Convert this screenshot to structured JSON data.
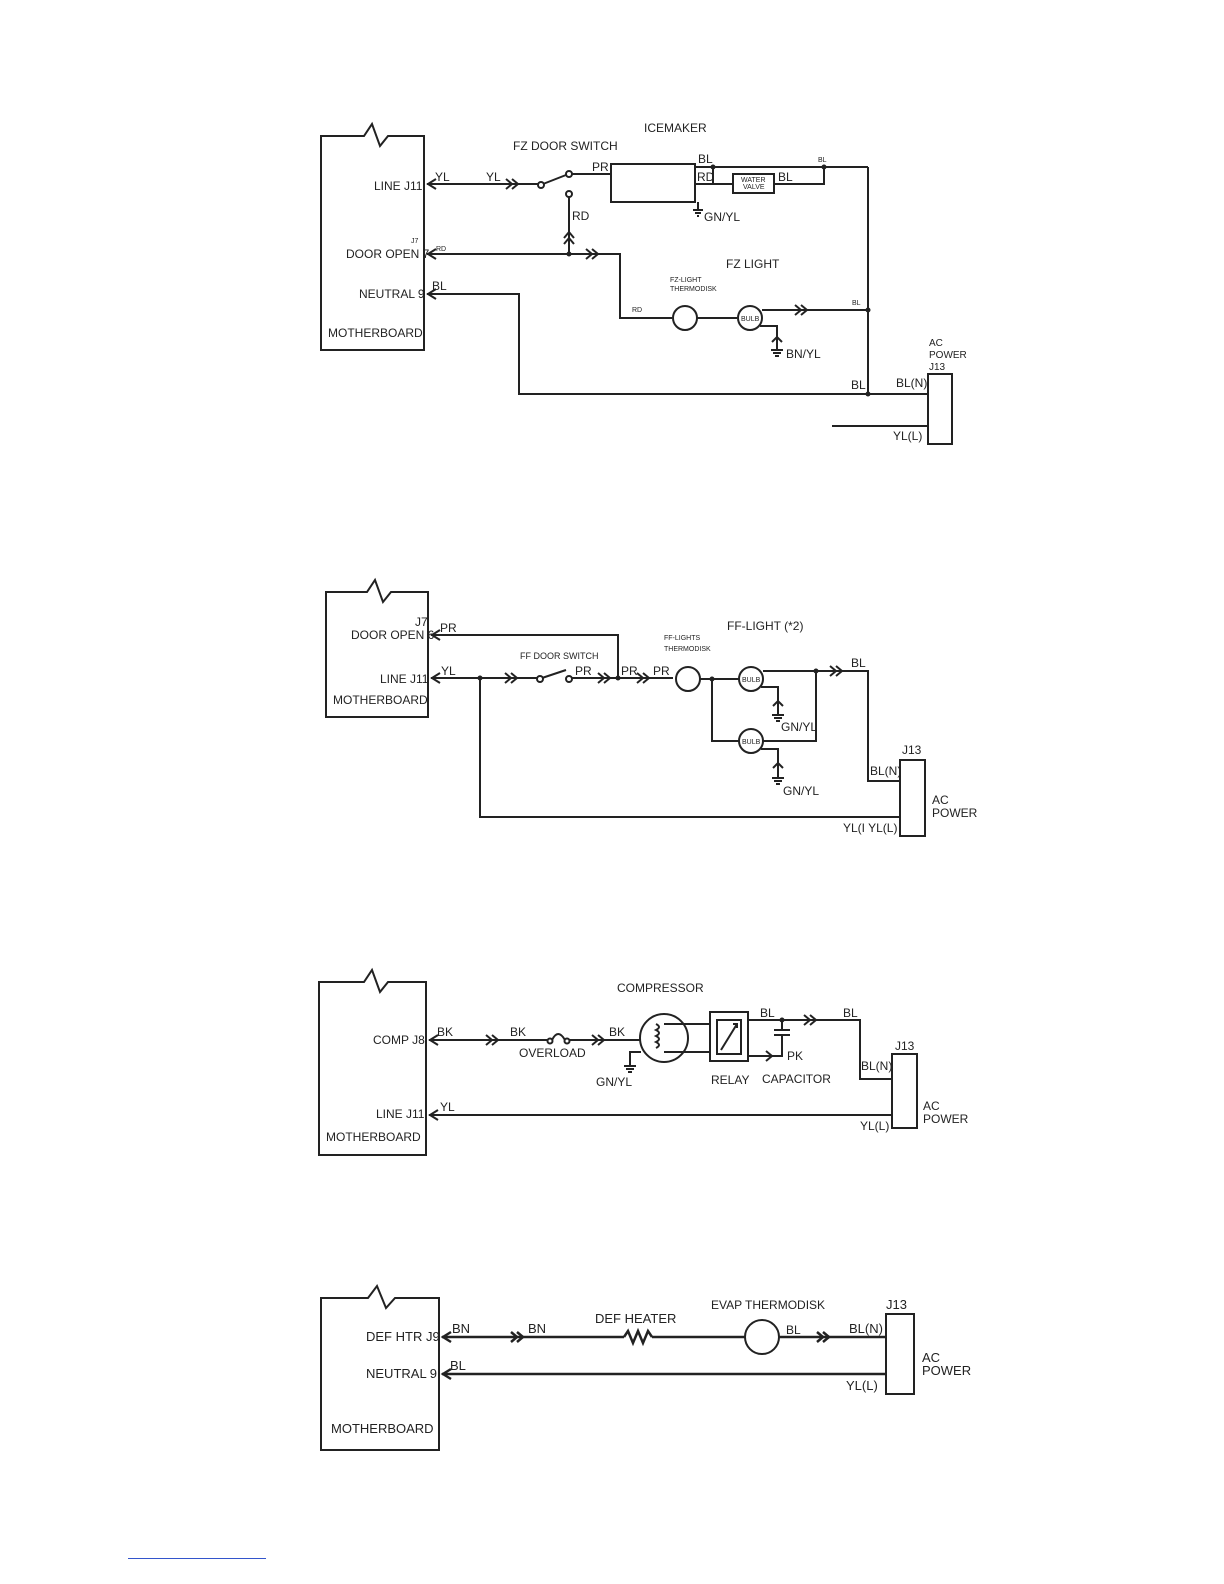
{
  "d1": {
    "motherboard": "MOTHERBOARD",
    "line_j11": "LINE J11",
    "j7": "J7",
    "door_open_7": "DOOR OPEN 7",
    "neutral_9": "NEUTRAL 9",
    "yl_1": "YL",
    "yl_2": "YL",
    "rd_1": "RD",
    "bl_1": "BL",
    "fz_door_switch": "FZ DOOR SWITCH",
    "icemaker": "ICEMAKER",
    "pr": "PR",
    "bl_2": "BL",
    "rd_2": "RD",
    "water_valve_1": "WATER",
    "water_valve_2": "VALVE",
    "bl_3": "BL",
    "bl_4": "BL",
    "gn_yl": "GN/YL",
    "rd_3": "RD",
    "fz_light": "FZ LIGHT",
    "fz_light_thermodisk_1": "FZ-LIGHT",
    "fz_light_thermodisk_2": "THERMODISK",
    "rd_4": "RD",
    "bulb": "BULB",
    "bl_5": "BL",
    "bn_yl": "BN/YL",
    "ac_power_1": "AC",
    "ac_power_2": "POWER",
    "j13": "J13",
    "bl_6": "BL",
    "bl_n": "BL(N)",
    "yl_l": "YL(L)"
  },
  "d2": {
    "j7": "J7",
    "door_open_6": "DOOR OPEN 6",
    "line_j11": "LINE J11",
    "motherboard": "MOTHERBOARD",
    "pr_1": "PR",
    "yl": "YL",
    "ff_door_switch": "FF DOOR SWITCH",
    "pr_2": "PR",
    "pr_3": "PR",
    "pr_4": "PR",
    "ff_lights_thermodisk_1": "FF-LIGHTS",
    "ff_lights_thermodisk_2": "THERMODISK",
    "ff_light": "FF-LIGHT (*2)",
    "bulb_1": "BULB",
    "bulb_2": "BULB",
    "gn_yl_1": "GN/YL",
    "gn_yl_2": "GN/YL",
    "bl": "BL",
    "j13": "J13",
    "bl_n": "BL(N)",
    "ac_power_1": "AC",
    "ac_power_2": "POWER",
    "yl_l": "YL(I YL(L)"
  },
  "d3": {
    "comp_j8": "COMP J8",
    "line_j11": "LINE J11",
    "motherboard": "MOTHERBOARD",
    "bk_1": "BK",
    "bk_2": "BK",
    "bk_3": "BK",
    "overload": "OVERLOAD",
    "compressor": "COMPRESSOR",
    "gn_yl": "GN/YL",
    "relay": "RELAY",
    "capacitor": "CAPACITOR",
    "bl_1": "BL",
    "bl_2": "BL",
    "pk": "PK",
    "j13": "J13",
    "bl_n": "BL(N)",
    "ac_power_1": "AC",
    "ac_power_2": "POWER",
    "yl": "YL",
    "yl_l": "YL(L)"
  },
  "d4": {
    "def_htr_j9": "DEF HTR J9",
    "neutral_9": "NEUTRAL 9",
    "motherboard": "MOTHERBOARD",
    "bn_1": "BN",
    "bn_2": "BN",
    "def_heater": "DEF HEATER",
    "evap_thermodisk": "EVAP THERMODISK",
    "bl_1": "BL",
    "bl_n": "BL(N)",
    "j13": "J13",
    "ac_power_1": "AC",
    "ac_power_2": "POWER",
    "bl_2": "BL",
    "yl_l": "YL(L)"
  }
}
